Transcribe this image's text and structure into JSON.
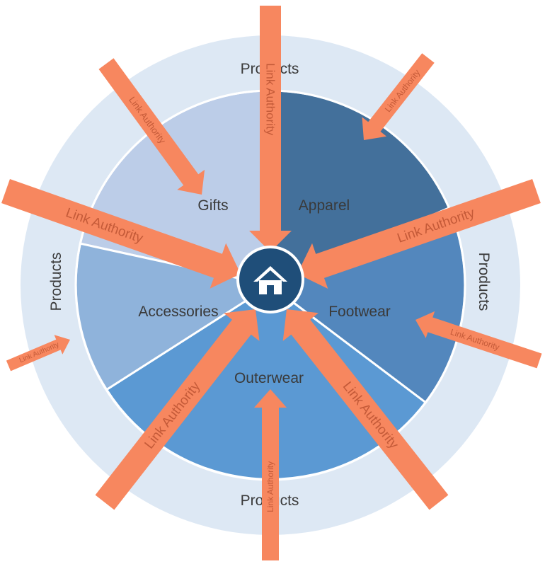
{
  "colors": {
    "outer_ring": "#dde8f4",
    "gifts": "#bccde8",
    "apparel": "#43709b",
    "footwear": "#5387bd",
    "outerwear": "#5b99d3",
    "accessories": "#8fb3db",
    "hub": "#1f4e79",
    "arrow": "#f7875f",
    "arrow_text": "#c45a38"
  },
  "segments": {
    "gifts": "Gifts",
    "apparel": "Apparel",
    "footwear": "Footwear",
    "outerwear": "Outerwear",
    "accessories": "Accessories"
  },
  "outer_labels": {
    "top": "Products",
    "right": "Products",
    "bottom": "Products",
    "left": "Products"
  },
  "hub": {
    "icon": "home-icon"
  },
  "arrows": {
    "top": "Link Authority",
    "top_left": "Link Authority",
    "top_right": "Link Authority",
    "left": "Link Authority",
    "right": "Link Authority",
    "bottom_left": "Link Authority",
    "bottom_right": "Link Authority",
    "bottom": "Link Authority",
    "outer_left": "Link Authority",
    "outer_right": "Link Authority"
  }
}
